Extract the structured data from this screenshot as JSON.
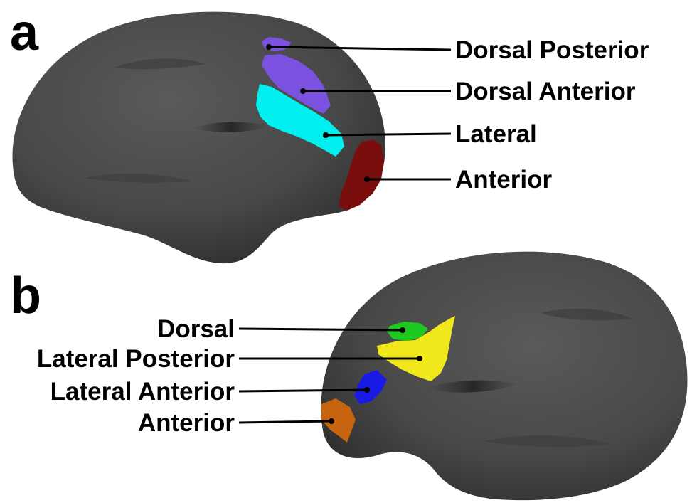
{
  "panels": [
    {
      "letter": "a",
      "labels": [
        "Dorsal Posterior",
        "Dorsal Anterior",
        "Lateral",
        "Anterior"
      ]
    },
    {
      "letter": "b",
      "labels": [
        "Dorsal",
        "Lateral Posterior",
        "Lateral Anterior",
        "Anterior"
      ]
    }
  ],
  "colors": {
    "cortex": "#4a4a4a",
    "a_dorsal_posterior": "#7b52e0",
    "a_dorsal_anterior": "#7b52e0",
    "a_lateral": "#00f0f0",
    "a_anterior": "#7a0e0e",
    "b_dorsal": "#1ec81e",
    "b_lateral_posterior": "#f0e81a",
    "b_lateral_anterior": "#1a1ae6",
    "b_anterior": "#c8640f"
  }
}
